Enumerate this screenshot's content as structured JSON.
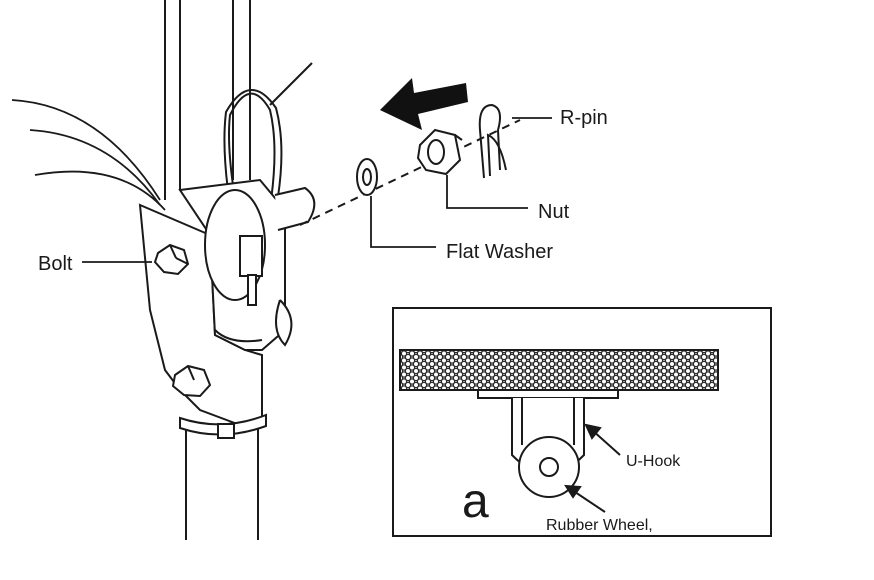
{
  "labels": {
    "r_pin": "R-pin",
    "nut": "Nut",
    "flat_washer": "Flat Washer",
    "bolt": "Bolt",
    "u_hook": "U-Hook",
    "rubber_wheel": "Rubber Wheel,",
    "inset_letter": "a"
  },
  "colors": {
    "line": "#1a1a1a",
    "arrow": "#111111",
    "background": "#ffffff",
    "mesh": "#2a2a2a"
  }
}
